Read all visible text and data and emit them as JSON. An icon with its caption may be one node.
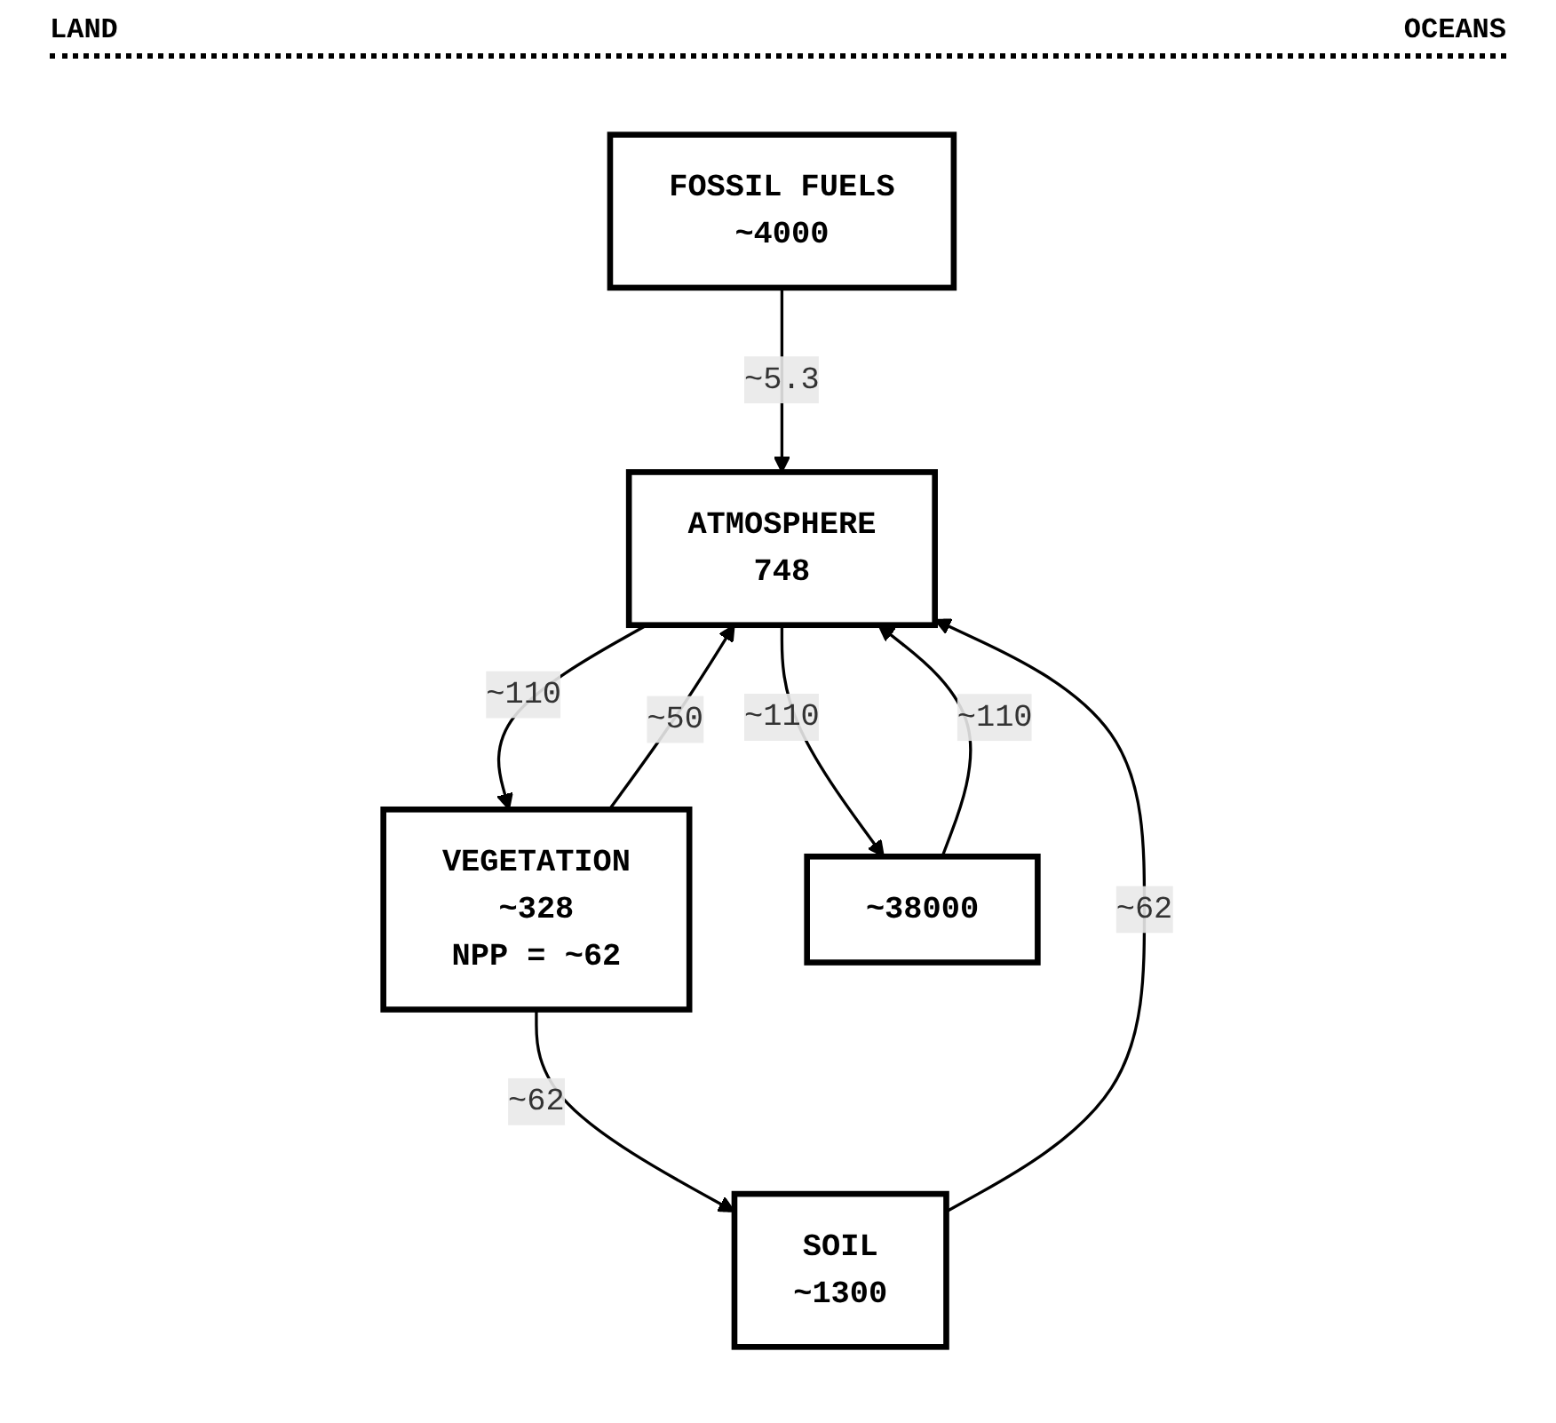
{
  "diagram": {
    "nodes": [
      {
        "text": [
          "ATMOSPHERE",
          "748"
        ]
      },
      {
        "text": [
          "VEGETATION",
          "~328",
          "NPP = ~62"
        ]
      },
      {
        "text": [
          "SOIL",
          "~1300"
        ]
      },
      {
        "text": [
          "~38000"
        ]
      },
      {
        "text": [
          "FOSSIL FUELS",
          "~4000"
        ]
      }
    ],
    "edges": [
      {
        "from": 0,
        "to": 1,
        "arrow": "to",
        "label": "~110"
      },
      {
        "from": 1,
        "to": 0,
        "arrow": "to",
        "label": "~50"
      },
      {
        "from": 2,
        "to": 0,
        "arrow": "to",
        "label": "~62"
      },
      {
        "from": 4,
        "to": 0,
        "arrow": "to",
        "label": "~5.3"
      },
      {
        "from": 0,
        "to": 3,
        "arrow": "to",
        "label": "~110"
      },
      {
        "from": 3,
        "to": 0,
        "arrow": "to",
        "label": "~110"
      },
      {
        "from": 1,
        "to": 2,
        "arrow": "to",
        "label": "~62"
      }
    ],
    "labels": [
      "LAND",
      "OCEANS"
    ]
  }
}
